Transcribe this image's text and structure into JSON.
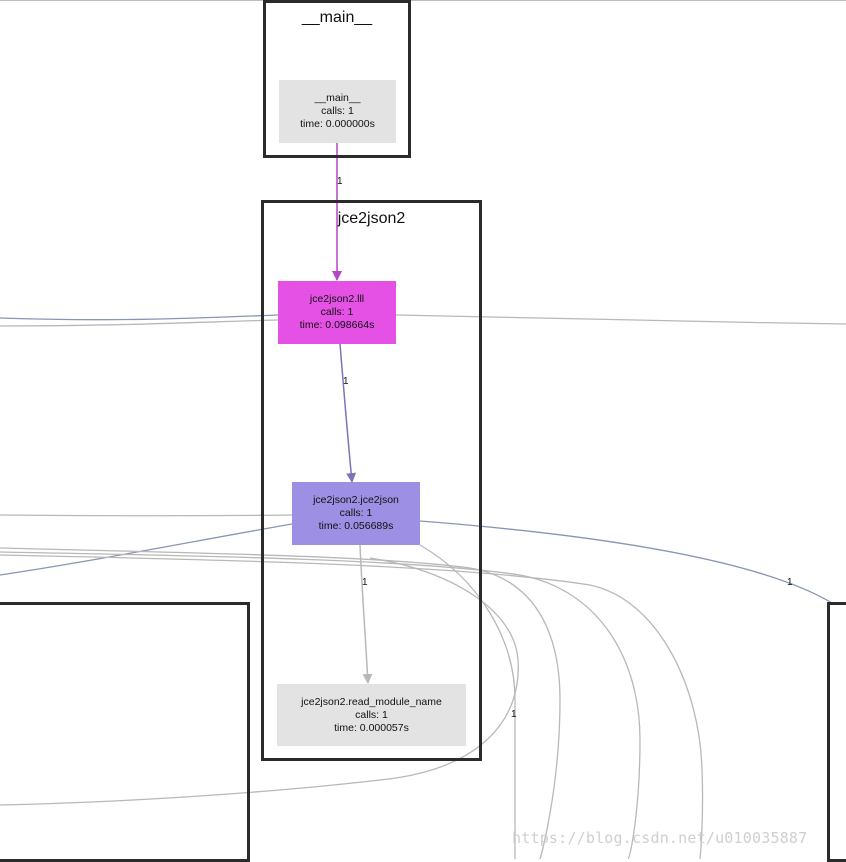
{
  "clusters": {
    "main": {
      "title": "__main__"
    },
    "jce2json2": {
      "title": "jce2json2"
    }
  },
  "nodes": {
    "main": {
      "name": "__main__",
      "calls": "calls: 1",
      "time": "time: 0.000000s",
      "color": "#e3e3e3"
    },
    "lll": {
      "name": "jce2json2.lll",
      "calls": "calls: 1",
      "time": "time: 0.098664s",
      "color": "#e451e4"
    },
    "jce2json": {
      "name": "jce2json2.jce2json",
      "calls": "calls: 1",
      "time": "time: 0.056689s",
      "color": "#9d8fe3"
    },
    "read_module_name": {
      "name": "jce2json2.read_module_name",
      "calls": "calls: 1",
      "time": "time: 0.000057s",
      "color": "#e3e3e3"
    }
  },
  "edges": {
    "main_to_lll": {
      "label": "1",
      "color": "#b445c4"
    },
    "lll_to_jce2json": {
      "label": "1",
      "color": "#7f72b8"
    },
    "jce2json_to_read": {
      "label": "1",
      "color": "#b8b8b8"
    },
    "jce2json_to_right": {
      "label": "1",
      "color": "#8896b4"
    },
    "loop_to_left": {
      "label": "1",
      "color": "#b8b8b8"
    }
  },
  "watermark": "https://blog.csdn.net/u010035887"
}
